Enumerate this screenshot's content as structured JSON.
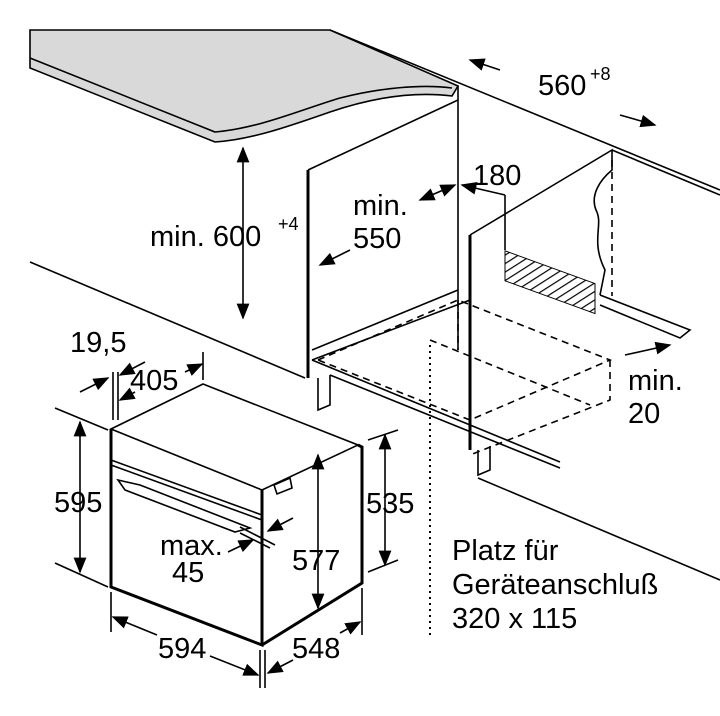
{
  "diagram": {
    "title": "Oven built-in installation dimensions",
    "labels": {
      "niche_width": "560",
      "niche_width_tol": "+8",
      "niche_height_prefix": "min. 600",
      "niche_height_tol": "+4",
      "niche_depth_line1": "min.",
      "niche_depth_line2": "550",
      "opening_180": "180",
      "gap_line1": "min.",
      "gap_line2": "20",
      "front_19_5": "19,5",
      "depth_405": "405",
      "height_595": "595",
      "max_line1": "max.",
      "max_line2": "45",
      "height_577": "577",
      "height_535": "535",
      "width_594": "594",
      "depth_548": "548",
      "connection_line1": "Platz für",
      "connection_line2": "Geräteanschluß",
      "connection_line3": "320 x 115"
    },
    "colors": {
      "countertop": "#d9d9d9",
      "line": "#000000"
    }
  }
}
